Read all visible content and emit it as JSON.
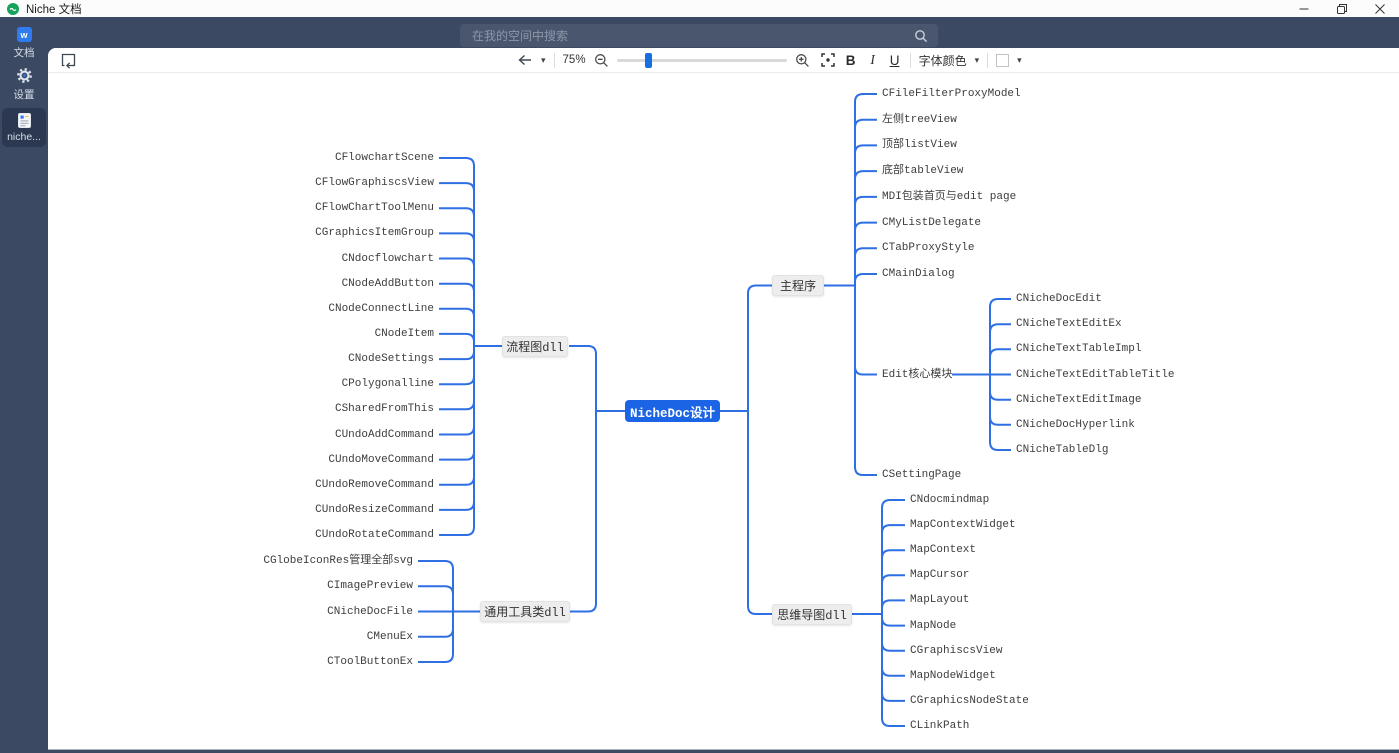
{
  "window": {
    "title": "Niche 文档"
  },
  "header": {
    "search_placeholder": "在我的空间中搜索"
  },
  "sidebar": {
    "items": [
      {
        "label": "文档",
        "icon": "word-doc",
        "icon_text": "w",
        "active": false
      },
      {
        "label": "设置",
        "icon": "gear",
        "active": false
      },
      {
        "label": "niche...",
        "icon": "document",
        "active": true
      }
    ]
  },
  "toolbar": {
    "zoom_percent": "75%",
    "bold_label": "B",
    "italic_label": "I",
    "underline_label": "U",
    "font_color_label": "字体颜色",
    "caret": "▾"
  },
  "mindmap": {
    "root_label": "NicheDoc设计",
    "left_branches": [
      {
        "label": "流程图dll",
        "children": [
          "CFlowchartScene",
          "CFlowGraphiscsView",
          "CFlowChartToolMenu",
          "CGraphicsItemGroup",
          "CNdocflowchart",
          "CNodeAddButton",
          "CNodeConnectLine",
          "CNodeItem",
          "CNodeSettings",
          "CPolygonalline",
          "CSharedFromThis",
          "CUndoAddCommand",
          "CUndoMoveCommand",
          "CUndoRemoveCommand",
          "CUndoResizeCommand",
          "CUndoRotateCommand"
        ]
      },
      {
        "label": "通用工具类dll",
        "children": [
          "CGlobeIconRes管理全部svg",
          "CImagePreview",
          "CNicheDocFile",
          "CMenuEx",
          "CToolButtonEx"
        ]
      }
    ],
    "right_branches": [
      {
        "label": "主程序",
        "children": [
          "CFileFilterProxyModel",
          "左侧treeView",
          "顶部listView",
          "底部tableView",
          "MDI包装首页与edit page",
          "CMyListDelegate",
          "CTabProxyStyle",
          "CMainDialog",
          {
            "label": "Edit核心模块",
            "children": [
              "CNicheDocEdit",
              "CNicheTextEditEx",
              "CNicheTextTableImpl",
              "CNicheTextEditTableTitle",
              "CNicheTextEditImage",
              "CNicheDocHyperlink",
              "CNicheTableDlg"
            ]
          },
          "CSettingPage"
        ]
      },
      {
        "label": "思维导图dll",
        "children": [
          "CNdocmindmap",
          "MapContextWidget",
          "MapContext",
          "MapCursor",
          "MapLayout",
          "MapNode",
          "CGraphiscsView",
          "MapNodeWidget",
          "CGraphicsNodeState",
          "CLinkPath"
        ]
      }
    ],
    "colors": {
      "line": "#2e6fe3",
      "root_bg": "#1b64e6",
      "root_text": "#ffffff",
      "branch_box_bg": "#ededed",
      "leaf_text": "#3d3d3d"
    }
  }
}
